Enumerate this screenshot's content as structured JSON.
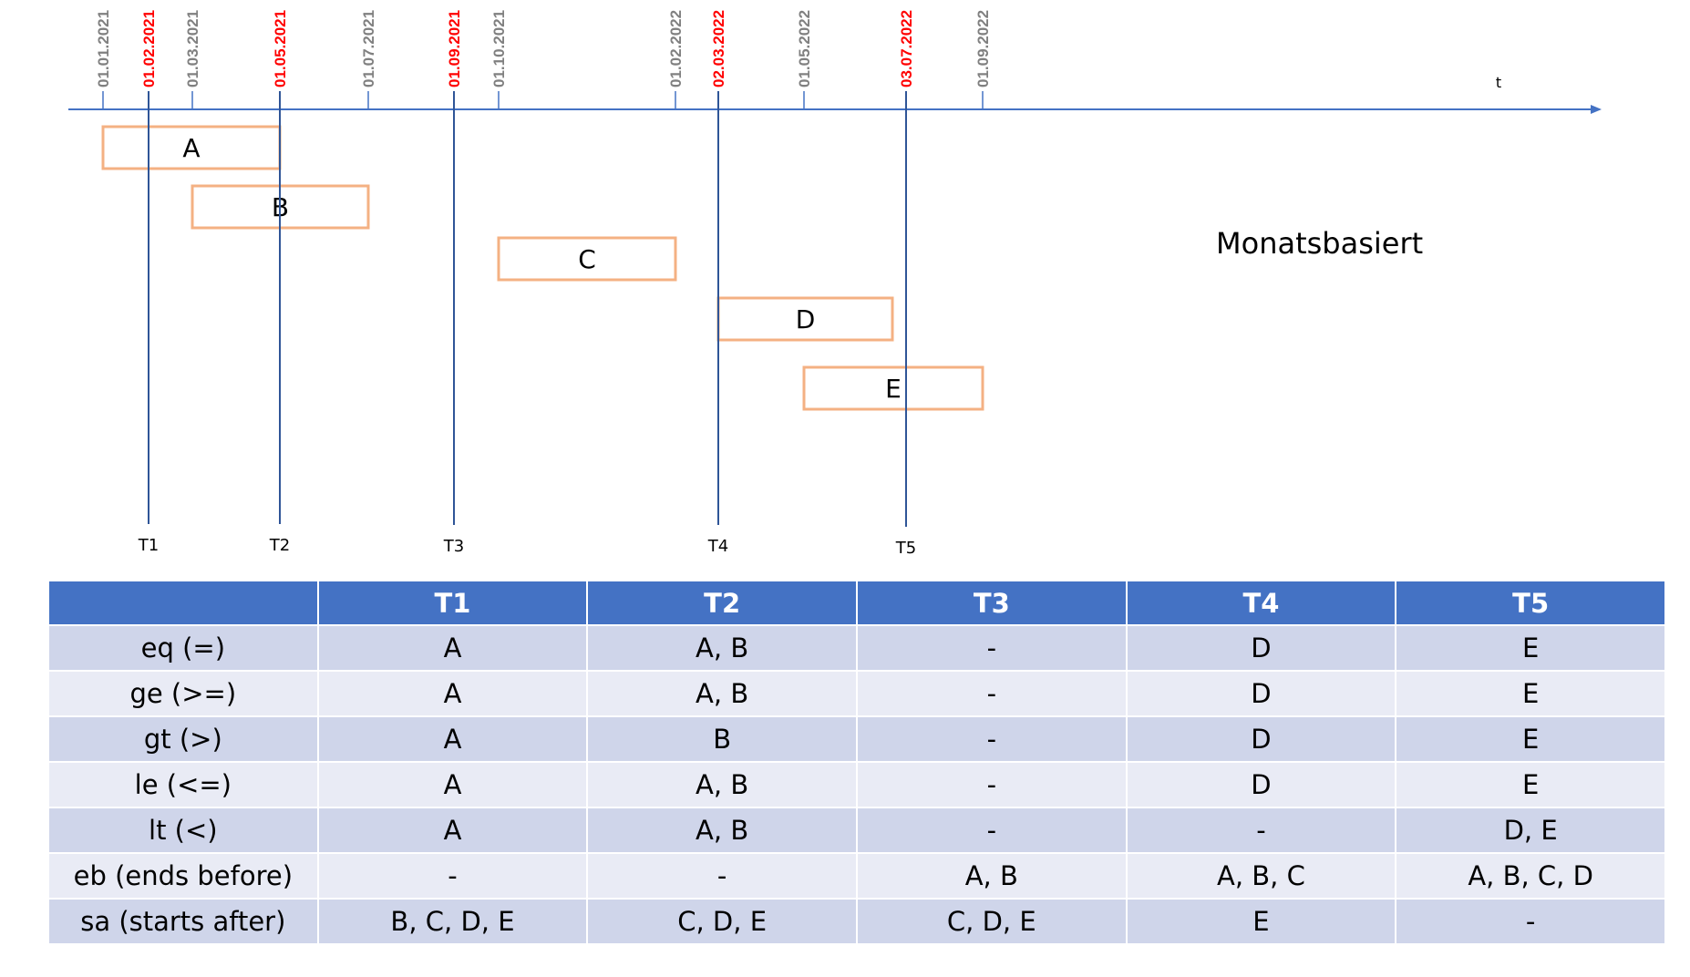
{
  "diagram": {
    "heading": "Monatsbasiert",
    "axis_label": "t",
    "colors": {
      "axis": "#4472c4",
      "bar": "#f4b183",
      "highlight_date": "#ff0000",
      "normal_date": "#808080"
    },
    "dates": [
      {
        "label": "01.01.2021",
        "highlight": false
      },
      {
        "label": "01.02.2021",
        "highlight": true
      },
      {
        "label": "01.03.2021",
        "highlight": false
      },
      {
        "label": "01.05.2021",
        "highlight": true
      },
      {
        "label": "01.07.2021",
        "highlight": false
      },
      {
        "label": "01.09.2021",
        "highlight": true
      },
      {
        "label": "01.10.2021",
        "highlight": false
      },
      {
        "label": "01.02.2022",
        "highlight": false
      },
      {
        "label": "02.03.2022",
        "highlight": true
      },
      {
        "label": "01.05.2022",
        "highlight": false
      },
      {
        "label": "03.07.2022",
        "highlight": true
      },
      {
        "label": "01.09.2022",
        "highlight": false
      }
    ],
    "bars": [
      {
        "label": "A",
        "start": "01.01.2021",
        "end": "01.05.2021"
      },
      {
        "label": "B",
        "start": "01.03.2021",
        "end": "01.07.2021"
      },
      {
        "label": "C",
        "start": "01.10.2021",
        "end": "01.02.2022"
      },
      {
        "label": "D",
        "start": "02.03.2022",
        "end": "01.07.2022"
      },
      {
        "label": "E",
        "start": "01.05.2022",
        "end": "01.09.2022"
      }
    ],
    "markers": [
      {
        "label": "T1",
        "date": "01.02.2021"
      },
      {
        "label": "T2",
        "date": "01.05.2021"
      },
      {
        "label": "T3",
        "date": "01.09.2021"
      },
      {
        "label": "T4",
        "date": "02.03.2022"
      },
      {
        "label": "T5",
        "date": "03.07.2022"
      }
    ]
  },
  "table": {
    "header": [
      "",
      "T1",
      "T2",
      "T3",
      "T4",
      "T5"
    ],
    "rows": [
      [
        "eq (=)",
        "A",
        "A, B",
        "-",
        "D",
        "E"
      ],
      [
        "ge (>=)",
        "A",
        "A, B",
        "-",
        "D",
        "E"
      ],
      [
        "gt (>)",
        "A",
        "B",
        "-",
        "D",
        "E"
      ],
      [
        "le (<=)",
        "A",
        "A, B",
        "-",
        "D",
        "E"
      ],
      [
        "lt (<)",
        "A",
        "A, B",
        "-",
        "-",
        "D, E"
      ],
      [
        "eb (ends before)",
        "-",
        "-",
        "A, B",
        "A, B, C",
        "A, B, C, D"
      ],
      [
        "sa (starts after)",
        "B, C, D, E",
        "C, D, E",
        "C, D, E",
        "E",
        "-"
      ]
    ]
  }
}
